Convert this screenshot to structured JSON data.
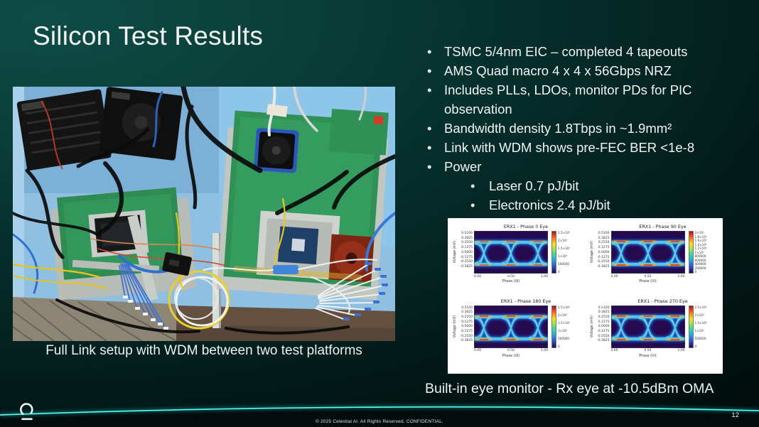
{
  "slide": {
    "title": "Silicon Test Results",
    "photo_caption": "Full Link setup with WDM between two test platforms",
    "eye_caption": "Built-in eye monitor - Rx eye at -10.5dBm OMA",
    "footer": "© 2025 Celestial AI. All Rights Reserved. CONFIDENTIAL.",
    "page_number": "12"
  },
  "bullets": [
    {
      "level": 1,
      "text": "TSMC 5/4nm EIC – completed 4 tapeouts"
    },
    {
      "level": 1,
      "text": "AMS Quad macro 4 x 4 x 56Gbps NRZ"
    },
    {
      "level": 1,
      "text": "Includes PLLs, LDOs, monitor PDs for PIC observation"
    },
    {
      "level": 1,
      "text": "Bandwidth density 1.8Tbps in ~1.9mm²"
    },
    {
      "level": 1,
      "text": "Link with WDM shows pre-FEC BER <1e-8"
    },
    {
      "level": 1,
      "text": "Power"
    },
    {
      "level": 2,
      "text": "Laser 0.7 pJ/bit"
    },
    {
      "level": 2,
      "text": "Electronics 2.4 pJ/bit"
    }
  ],
  "colors": {
    "background_teal": "#0f4c46",
    "arc_glow": "#1ee6e0",
    "text": "#f2f5f4",
    "eye_background": "#250a4e",
    "eye_trace": "#2d8fd8",
    "eye_hotspot": "#e03510",
    "panel_background": "#ffffff"
  },
  "chart_data": [
    {
      "type": "heatmap",
      "title": "ERX1 - Phase 0 Eye",
      "xlabel": "Phase (UI)",
      "ylabel": "Voltage (mV)",
      "x_ticks": [
        "0.00",
        "0.50",
        "1.00"
      ],
      "y_ticks": [
        "0.5100",
        "0.3825",
        "0.2550",
        "0.1275",
        "0.0000",
        "-0.1275",
        "-0.2550",
        "-0.3825"
      ],
      "colorbar_ticks": [
        "2.5×10⁶",
        "2×10⁶",
        "1.5×10⁶",
        "1×10⁶",
        "500000",
        "0"
      ],
      "colormap": "jet",
      "xlim": [
        0,
        1
      ],
      "ylim_mv": [
        -0.45,
        0.55
      ],
      "eye_top_level_mv": 0.28,
      "eye_bottom_level_mv": -0.26,
      "crossings_ui": [
        0.13,
        0.5,
        0.87
      ],
      "hotspot_intensity": 0.55
    },
    {
      "type": "heatmap",
      "title": "ERX1 - Phase 90 Eye",
      "xlabel": "Phase (UI)",
      "ylabel": "Voltage (mV)",
      "x_ticks": [
        "0.00",
        "0.50",
        "1.00"
      ],
      "y_ticks": [
        "0.5100",
        "0.3825",
        "0.2550",
        "0.1275",
        "0.0000",
        "-0.1275",
        "-0.2550",
        "-0.3825"
      ],
      "colorbar_ticks": [
        "2×10⁶",
        "1.8×10⁶",
        "1.6×10⁶",
        "1.4×10⁶",
        "1.2×10⁶",
        "1×10⁶",
        "800000",
        "600000",
        "400000",
        "200000",
        "0"
      ],
      "colormap": "jet",
      "xlim": [
        0,
        1
      ],
      "ylim_mv": [
        -0.45,
        0.55
      ],
      "eye_top_level_mv": 0.28,
      "eye_bottom_level_mv": -0.26,
      "crossings_ui": [
        0.13,
        0.5,
        0.87
      ],
      "hotspot_intensity": 0.95
    },
    {
      "type": "heatmap",
      "title": "ERX1 - Phase 180 Eye",
      "xlabel": "Phase (UI)",
      "ylabel": "Voltage (mV)",
      "x_ticks": [
        "0.00",
        "0.50",
        "1.00"
      ],
      "y_ticks": [
        "0.5100",
        "0.3825",
        "0.2550",
        "0.1275",
        "0.0000",
        "-0.1275",
        "-0.2550",
        "-0.3825"
      ],
      "colorbar_ticks": [
        "2.5×10⁶",
        "2×10⁶",
        "1.5×10⁶",
        "1×10⁶",
        "500000",
        "0"
      ],
      "colormap": "jet",
      "xlim": [
        0,
        1
      ],
      "ylim_mv": [
        -0.45,
        0.55
      ],
      "eye_top_level_mv": 0.28,
      "eye_bottom_level_mv": -0.26,
      "crossings_ui": [
        0.13,
        0.5,
        0.87
      ],
      "hotspot_intensity": 0.9
    },
    {
      "type": "heatmap",
      "title": "ERX1 - Phase 270 Eye",
      "xlabel": "Phase (UI)",
      "ylabel": "Voltage (mV)",
      "x_ticks": [
        "0.00",
        "0.50",
        "1.00"
      ],
      "y_ticks": [
        "0.5100",
        "0.3825",
        "0.2550",
        "0.1275",
        "0.0000",
        "-0.1275",
        "-0.2550",
        "-0.3825"
      ],
      "colorbar_ticks": [
        "2.5×10⁶",
        "2×10⁶",
        "1.5×10⁶",
        "1×10⁶",
        "500000",
        "0"
      ],
      "colormap": "jet",
      "xlim": [
        0,
        1
      ],
      "ylim_mv": [
        -0.45,
        0.55
      ],
      "eye_top_level_mv": 0.28,
      "eye_bottom_level_mv": -0.26,
      "crossings_ui": [
        0.13,
        0.5,
        0.87
      ],
      "hotspot_intensity": 0.85
    }
  ]
}
